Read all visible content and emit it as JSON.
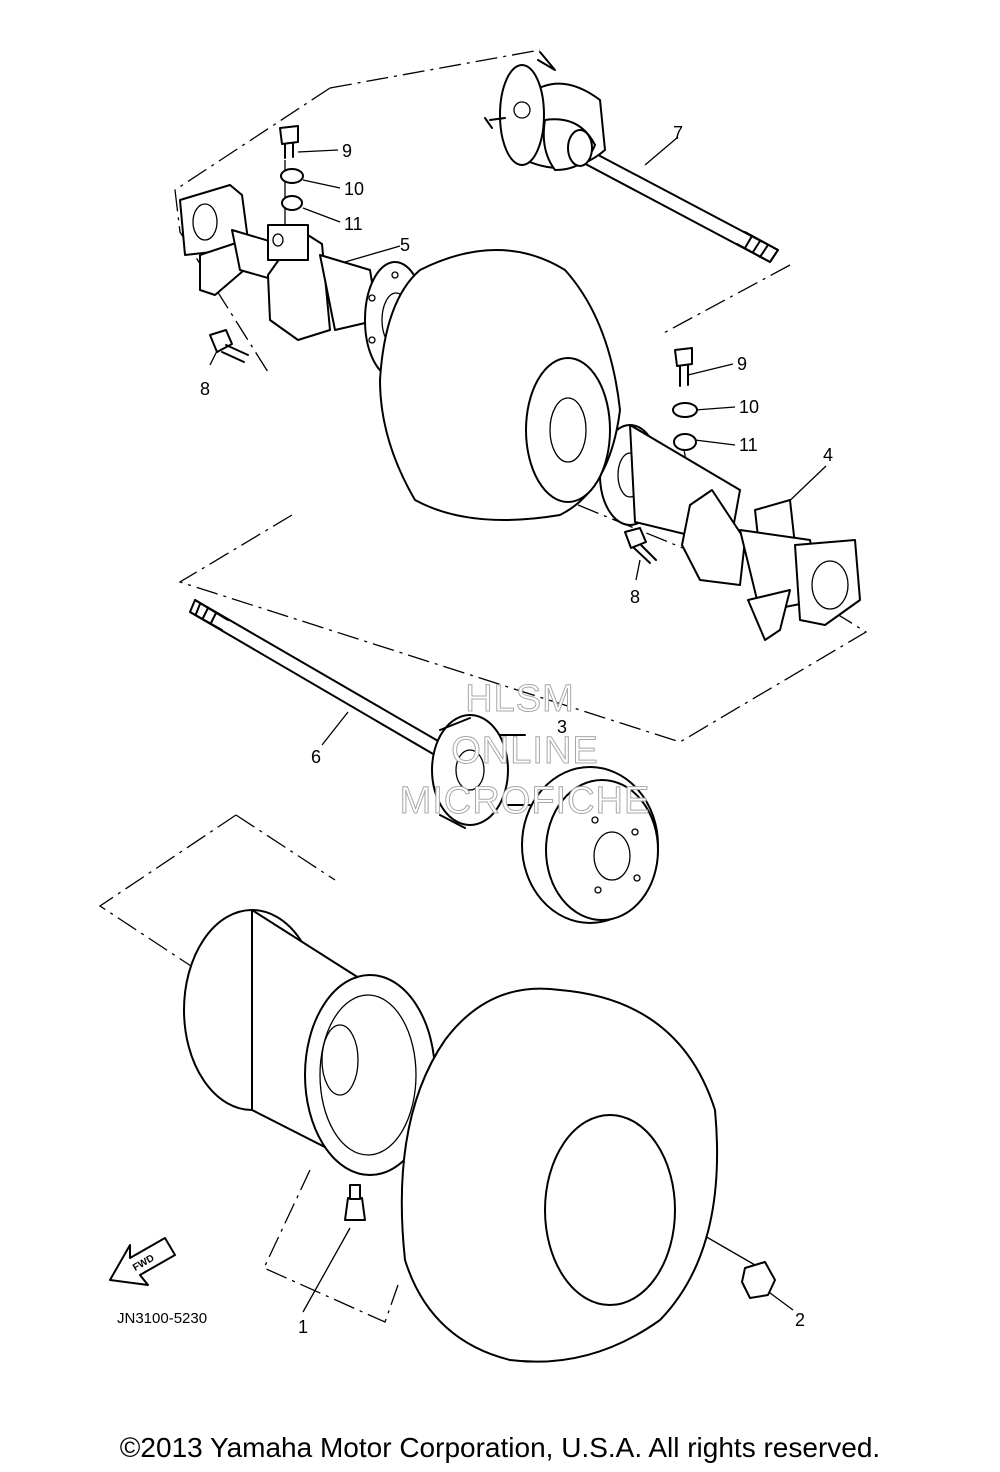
{
  "labels": {
    "p1": "1",
    "p2": "2",
    "p3": "3",
    "p4": "4",
    "p5": "5",
    "p6": "6",
    "p7": "7",
    "p8a": "8",
    "p8b": "8",
    "p9a": "9",
    "p9b": "9",
    "p10a": "10",
    "p10b": "10",
    "p11a": "11",
    "p11b": "11"
  },
  "diagram_code": "JN3100-5230",
  "fwd_arrow_text": "FWD",
  "watermark": {
    "line1": "HLSM",
    "line2": "ONLINE",
    "line3": "MICROFICHE"
  },
  "copyright": "©2013 Yamaha Motor Corporation, U.S.A. All rights reserved."
}
